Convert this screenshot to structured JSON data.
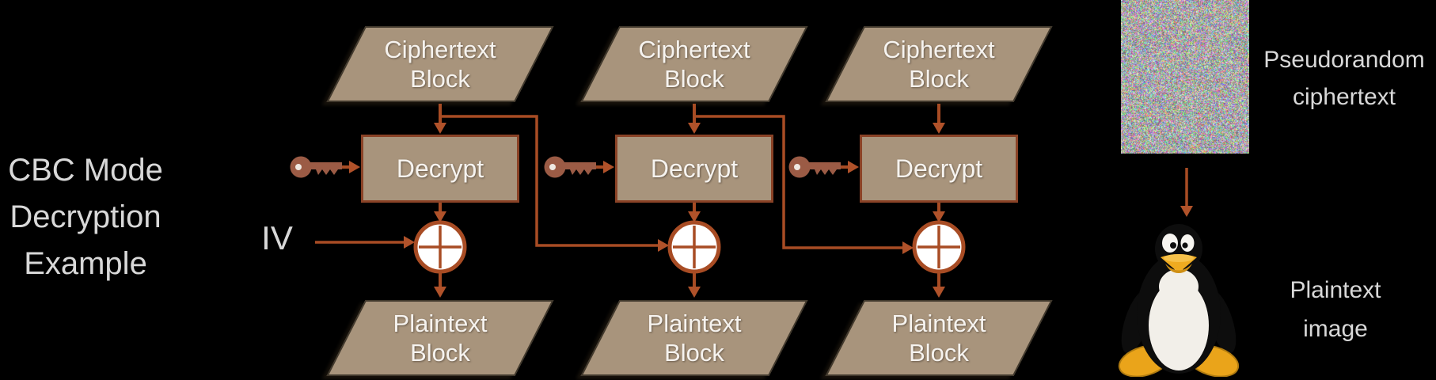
{
  "title": "CBC Mode\nDecryption\nExample",
  "iv_label": "IV",
  "columns": [
    {
      "ciphertext": "Ciphertext\nBlock",
      "decrypt": "Decrypt",
      "plaintext": "Plaintext\nBlock"
    },
    {
      "ciphertext": "Ciphertext\nBlock",
      "decrypt": "Decrypt",
      "plaintext": "Plaintext\nBlock"
    },
    {
      "ciphertext": "Ciphertext\nBlock",
      "decrypt": "Decrypt",
      "plaintext": "Plaintext\nBlock"
    }
  ],
  "right": {
    "top_label": "Pseudorandom\nciphertext",
    "bottom_label": "Plaintext\nimage"
  },
  "icons": {
    "key": "key-icon",
    "xor": "xor-node",
    "noise": "pseudorandom-noise-image",
    "penguin": "tux-penguin-image"
  },
  "colors": {
    "bg": "#000000",
    "block_fill": "#a8947c",
    "block_border": "#40382c",
    "decrypt_border": "#8a4226",
    "arrow": "#a84c24",
    "arrowhead": "#b0522a",
    "key": "#9b5b45",
    "text_light": "#d8d8d8",
    "text_white": "#f6f3ef"
  }
}
